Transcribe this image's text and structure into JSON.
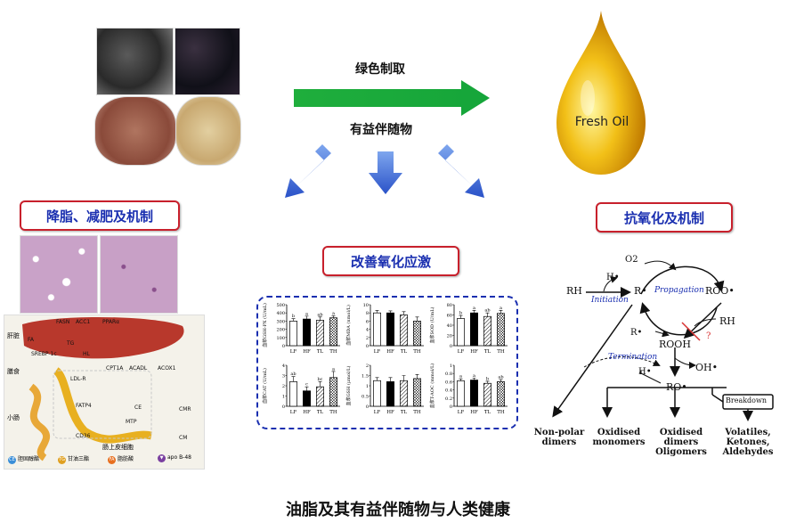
{
  "arrow_top_label": "绿色制取",
  "arrow_bottom_label": "有益伴随物",
  "oil_label": "Fresh Oil",
  "tags": {
    "left": "降脂、减肥及机制",
    "middle": "改善氧化应激",
    "right": "抗氧化及机制"
  },
  "footer": "油脂及其有益伴随物与人类健康",
  "liver_diagram": {
    "liver": "肝脏",
    "intake": "膳食",
    "intestine": "小肠",
    "enterocyte": "肠上皮细胞",
    "labels": [
      "FASN",
      "ACC1",
      "PPARα",
      "FA",
      "SREBP-1c",
      "HL",
      "CPT1A",
      "ACADL",
      "ACOX1",
      "TG",
      "LDL-R",
      "FATP4",
      "CD36",
      "MTP",
      "CE",
      "CMR",
      "CM"
    ],
    "legend": [
      {
        "code": "CE",
        "text": "胆固醇酯",
        "color": "#3a8ed8"
      },
      {
        "code": "TG",
        "text": "甘油三酯",
        "color": "#e0a020"
      },
      {
        "code": "FA",
        "text": "脂肪酸",
        "color": "#e87020"
      },
      {
        "code": "▼",
        "text": "apo B-48",
        "color": "#7a3fa0"
      }
    ]
  },
  "mechanism": {
    "RH_left": "RH",
    "H_dot": "H•",
    "R_dot": "R•",
    "propagation": "Propagation",
    "initiation": "Initiation",
    "O2": "O2",
    "ROO_dot": "ROO•",
    "RH_right": "RH",
    "R_dot2": "R•",
    "ROOH": "ROOH",
    "question": "?",
    "termination": "Termination",
    "OH_dot": "OH•",
    "H_dot2": "H•",
    "RO_dot": "RO•",
    "breakdown": "Breakdown",
    "products": [
      [
        "Non-polar",
        "dimers"
      ],
      [
        "Oxidised",
        "monomers"
      ],
      [
        "Oxidised dimers",
        "Oligomers"
      ],
      [
        "Volatiles,",
        "Ketones, Aldehydes"
      ]
    ]
  },
  "chart_data": [
    {
      "type": "bar",
      "ylabel": "血浆GSH-PX (U/mL)",
      "categories": [
        "LF",
        "HF",
        "TL",
        "TH"
      ],
      "values": [
        300,
        325,
        310,
        340
      ],
      "errors": [
        30,
        35,
        40,
        25
      ],
      "letters": [
        "b",
        "a",
        "ab",
        "a"
      ],
      "ylim": [
        0,
        500
      ],
      "yticks": [
        0,
        100,
        200,
        300,
        400,
        500
      ],
      "patterns": [
        "white",
        "black",
        "hatch",
        "grid"
      ]
    },
    {
      "type": "bar",
      "ylabel": "血浆MDA (nmol/L)",
      "categories": [
        "LF",
        "HF",
        "TL",
        "TH"
      ],
      "values": [
        8,
        8,
        7.5,
        6
      ],
      "errors": [
        0.6,
        0.5,
        0.8,
        1.0
      ],
      "letters": [
        "",
        "",
        "",
        ""
      ],
      "ylim": [
        0,
        10
      ],
      "yticks": [
        0,
        2,
        4,
        6,
        8,
        10
      ],
      "patterns": [
        "white",
        "black",
        "hatch",
        "grid"
      ]
    },
    {
      "type": "bar",
      "ylabel": "血浆SOD (U/mL)",
      "categories": [
        "LF",
        "HF",
        "TL",
        "TH"
      ],
      "values": [
        53,
        64,
        57,
        63
      ],
      "errors": [
        6,
        5,
        7,
        6
      ],
      "letters": [
        "b",
        "a",
        "ab",
        "a"
      ],
      "ylim": [
        0,
        80
      ],
      "yticks": [
        0,
        20,
        40,
        60,
        80
      ],
      "patterns": [
        "white",
        "black",
        "hatch",
        "grid"
      ]
    },
    {
      "type": "bar",
      "ylabel": "血浆CAT (U/mL)",
      "categories": [
        "LF",
        "HF",
        "TL",
        "TH"
      ],
      "values": [
        2.4,
        1.5,
        1.9,
        2.8
      ],
      "errors": [
        0.5,
        0.4,
        0.5,
        0.6
      ],
      "letters": [
        "ab",
        "c",
        "bc",
        "a"
      ],
      "ylim": [
        0,
        4
      ],
      "yticks": [
        0,
        1,
        2,
        3,
        4
      ],
      "patterns": [
        "white",
        "black",
        "hatch",
        "grid"
      ]
    },
    {
      "type": "bar",
      "ylabel": "血浆GSH (μmol/L)",
      "categories": [
        "LF",
        "HF",
        "TL",
        "TH"
      ],
      "values": [
        1.25,
        1.2,
        1.25,
        1.35
      ],
      "errors": [
        0.15,
        0.2,
        0.25,
        0.2
      ],
      "letters": [
        "",
        "",
        "",
        ""
      ],
      "ylim": [
        0,
        2
      ],
      "yticks": [
        0.0,
        0.5,
        1.0,
        1.5,
        2.0
      ],
      "patterns": [
        "white",
        "black",
        "hatch",
        "grid"
      ]
    },
    {
      "type": "bar",
      "ylabel": "血浆T-AOC (mmol/L)",
      "categories": [
        "LF",
        "HF",
        "TL",
        "TH"
      ],
      "values": [
        0.62,
        0.64,
        0.56,
        0.6
      ],
      "errors": [
        0.05,
        0.05,
        0.05,
        0.05
      ],
      "letters": [
        "a",
        "a",
        "b",
        "ab"
      ],
      "ylim": [
        0,
        1
      ],
      "yticks": [
        0.0,
        0.2,
        0.4,
        0.6,
        0.8,
        1.0
      ],
      "patterns": [
        "white",
        "black",
        "hatch",
        "grid"
      ]
    }
  ]
}
